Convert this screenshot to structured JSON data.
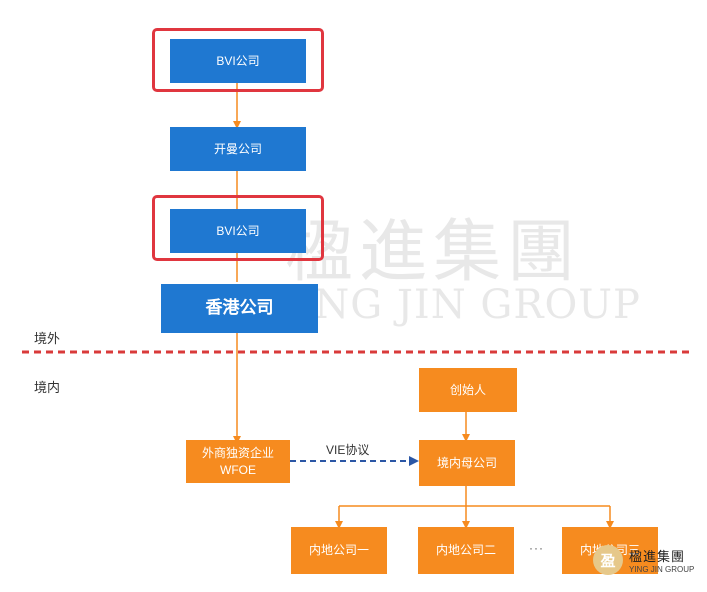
{
  "watermark": {
    "cn": "楹進集團",
    "en": "YING JIN GROUP"
  },
  "zones": {
    "offshore": "境外",
    "onshore": "境内"
  },
  "nodes": {
    "bvi_top": "BVI公司",
    "cayman": "开曼公司",
    "bvi_mid": "BVI公司",
    "hongkong": "香港公司",
    "wfoe_line1": "外商独资企业",
    "wfoe_line2": "WFOE",
    "founder": "创始人",
    "domestic_parent": "境内母公司",
    "sub1": "内地公司一",
    "sub2": "内地公司二",
    "sub3": "内地公司三"
  },
  "edges": {
    "vie_label": "VIE协议",
    "ellipsis": "···"
  },
  "logo": {
    "mark": "盈",
    "cn": "楹進集團",
    "en": "YING JIN GROUP"
  },
  "colors": {
    "blue": "#1f78d1",
    "orange": "#f68b1f",
    "highlight_red": "#e0363f",
    "border_line": "#d93a3a",
    "vie_arrow": "#2b57a6"
  }
}
